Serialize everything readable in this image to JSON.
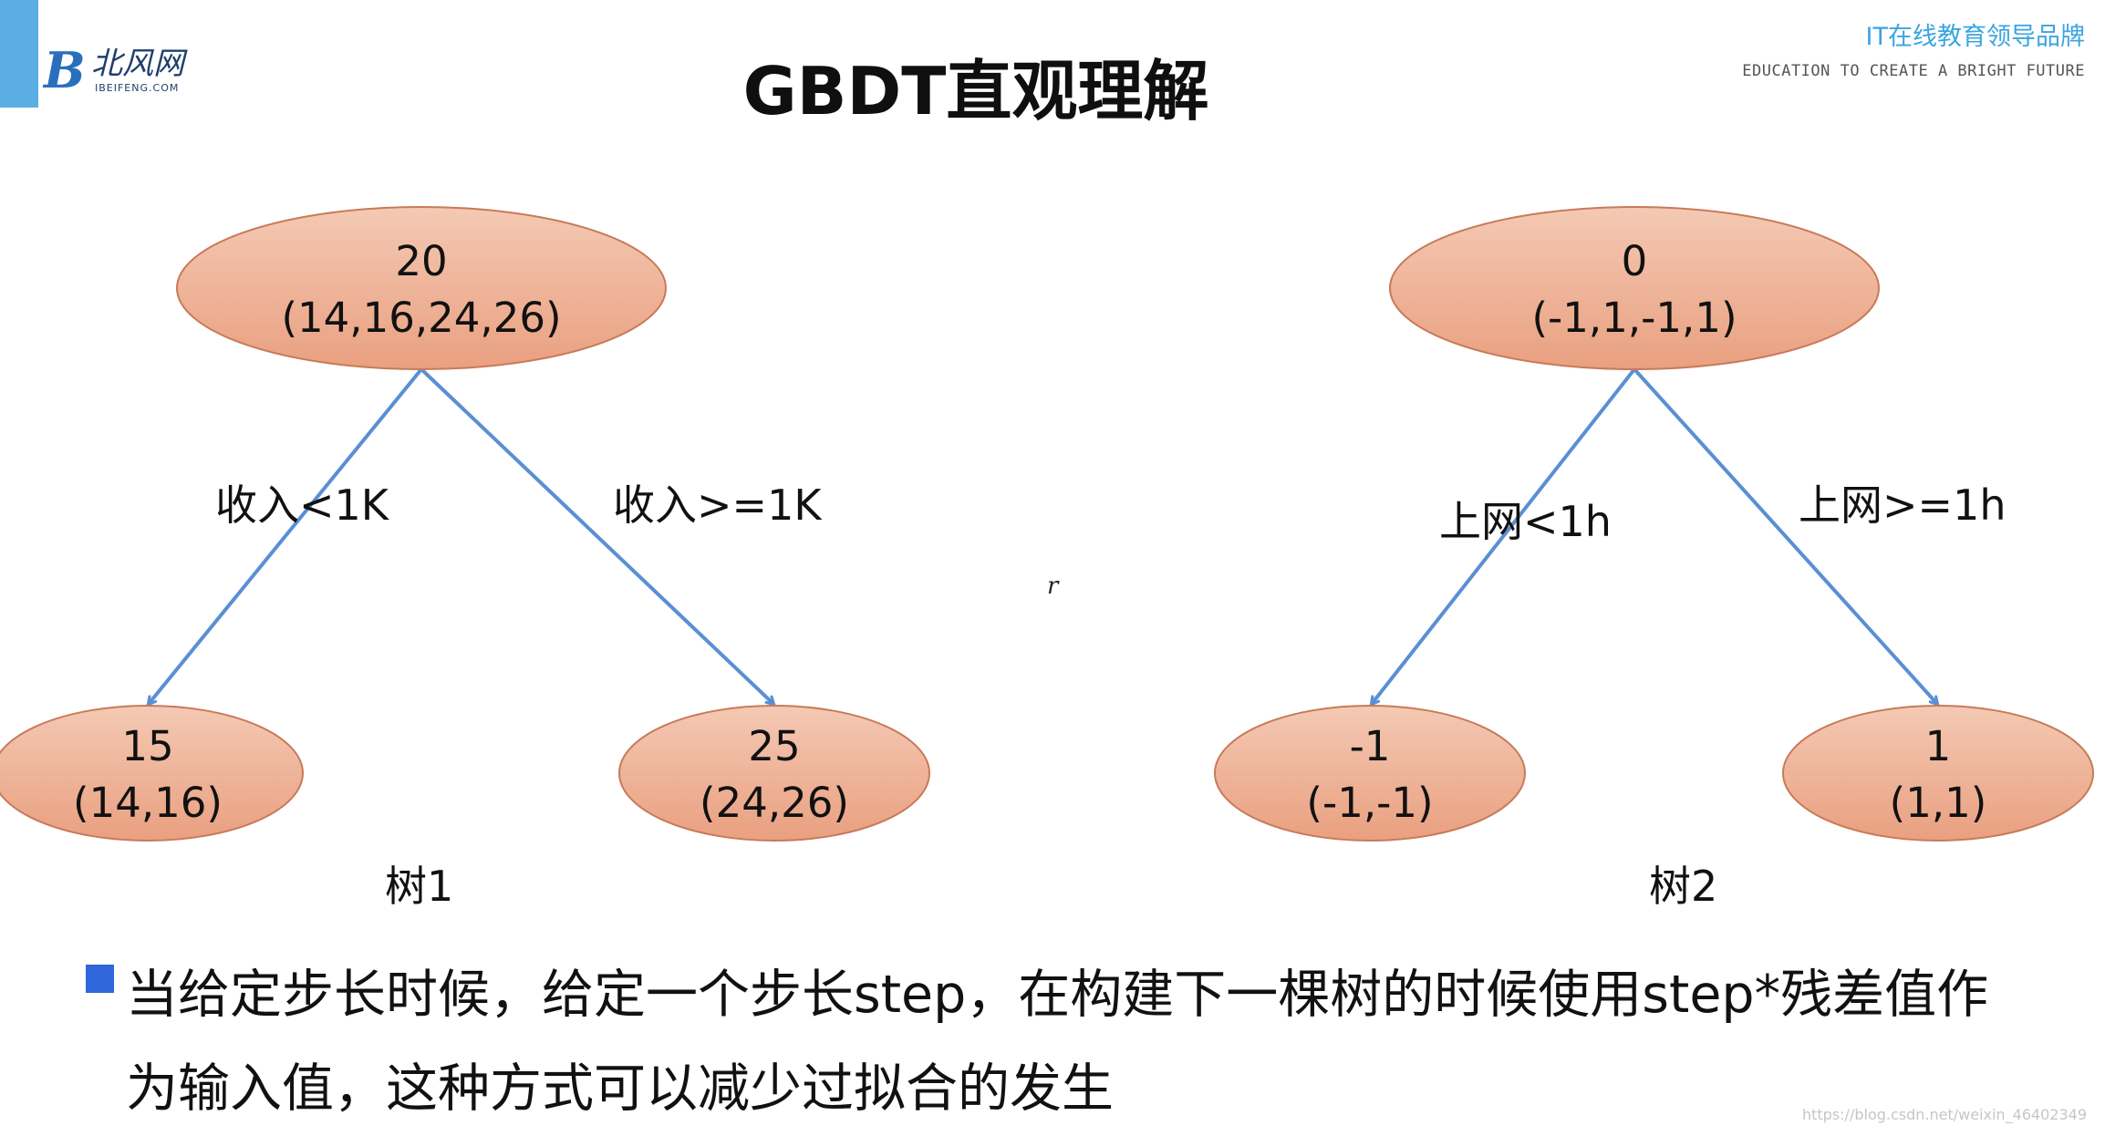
{
  "header": {
    "logo_letter": "B",
    "logo_cn": "北风网",
    "logo_en": "IBEIFENG.COM",
    "brand_cn": "IT在线教育领导品牌",
    "brand_en": "EDUCATION TO CREATE A BRIGHT FUTURE"
  },
  "title": "GBDT直观理解",
  "colors": {
    "node_fill_top": "#f4c9b4",
    "node_fill_bottom": "#e9a080",
    "node_stroke": "#c87a59",
    "edge": "#5b8fd4",
    "bullet": "#2f66d9",
    "accent": "#5aaee2"
  },
  "trees": [
    {
      "caption": "树1",
      "root": {
        "value": "20",
        "samples": "(14,16,24,26)"
      },
      "left_edge": "收入<1K",
      "right_edge": "收入>=1K",
      "left_leaf": {
        "value": "15",
        "samples": "(14,16)"
      },
      "right_leaf": {
        "value": "25",
        "samples": "(24,26)"
      }
    },
    {
      "caption": "树2",
      "root": {
        "value": "0",
        "samples": "(-1,1,-1,1)"
      },
      "left_edge": "上网<1h",
      "right_edge": "上网>=1h",
      "left_leaf": {
        "value": "-1",
        "samples": "(-1,-1)"
      },
      "right_leaf": {
        "value": "1",
        "samples": "(1,1)"
      }
    }
  ],
  "stray_mark": "r",
  "bullet_text": "当给定步长时候，给定一个步长step，在构建下一棵树的时候使用step*残差值作为输入值，这种方式可以减少过拟合的发生",
  "watermark": "https://blog.csdn.net/weixin_46402349"
}
